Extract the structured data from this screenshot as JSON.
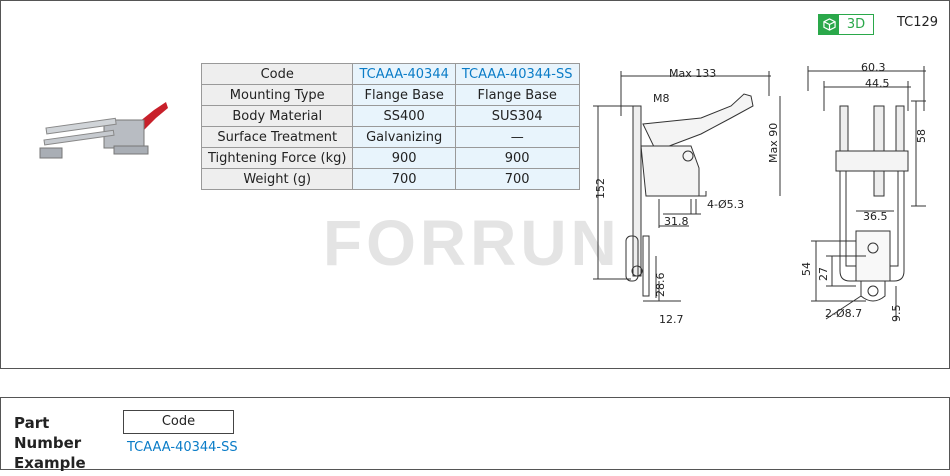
{
  "header": {
    "badge_label": "3D",
    "badge_icon": "cube-icon",
    "series": "TC129",
    "accent": "#2aa84a"
  },
  "table": {
    "rows": [
      {
        "label": "Code",
        "v1": "TCAAA-40344",
        "v2": "TCAAA-40344-SS"
      },
      {
        "label": "Mounting Type",
        "v1": "Flange Base",
        "v2": "Flange Base"
      },
      {
        "label": "Body Material",
        "v1": "SS400",
        "v2": "SUS304"
      },
      {
        "label": "Surface Treatment",
        "v1": "Galvanizing",
        "v2": "—"
      },
      {
        "label": "Tightening Force (kg)",
        "v1": "900",
        "v2": "900"
      },
      {
        "label": "Weight (g)",
        "v1": "700",
        "v2": "700"
      }
    ]
  },
  "watermark": "FORRUN",
  "drawing": {
    "side": {
      "max133": "Max 133",
      "m8": "M8",
      "max90": "Max 90",
      "d152": "152",
      "hole": "4-Ø5.3",
      "d318": "31.8",
      "d286": "28.6",
      "d127": "12.7"
    },
    "front": {
      "d603": "60.3",
      "d445": "44.5",
      "d58": "58",
      "d365": "36.5",
      "d54": "54",
      "d27": "27",
      "hole": "2-Ø8.7",
      "d95": "9.5"
    }
  },
  "example": {
    "title": "Part Number Example",
    "code_label": "Code",
    "code_value": "TCAAA-40344-SS"
  }
}
